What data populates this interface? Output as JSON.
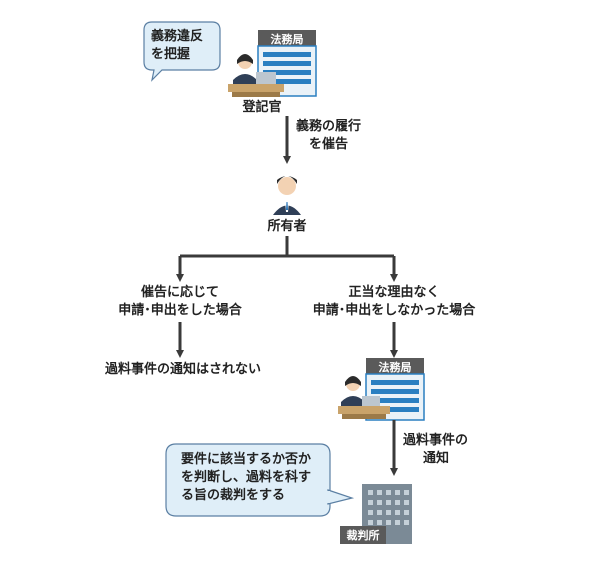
{
  "bubble_top": {
    "line1": "義務違反",
    "line2": "を把握"
  },
  "registrar_label": "登記官",
  "building_sign": "法務局",
  "step_notice": {
    "line1": "義務の履行",
    "line2": "を催告"
  },
  "owner_label": "所有者",
  "left_branch": {
    "line1": "催告に応じて",
    "line2": "申請･申出をした場合"
  },
  "left_result": "過料事件の通知はされない",
  "right_branch": {
    "line1": "正当な理由なく",
    "line2": "申請･申出をしなかった場合"
  },
  "step_fine_notice": {
    "line1": "過料事件の",
    "line2": "通知"
  },
  "bubble_court": {
    "line1": "要件に該当するか否か",
    "line2": "を判断し、過料を科す",
    "line3": "る旨の裁判をする"
  },
  "court_sign": "裁判所",
  "colors": {
    "arrow": "#3a3a3a",
    "building_blue": "#2a7fc1",
    "building_sign": "#5a5a5a",
    "court_gray": "#7b8a96",
    "bubble_fill": "#dfeef8",
    "bubble_stroke": "#5b7fa3",
    "desk": "#c9a36a",
    "owner_suit": "#2f3f57"
  },
  "icons": [
    "speech-bubble",
    "office-building",
    "officer-at-desk",
    "person-in-suit",
    "courthouse-building"
  ]
}
